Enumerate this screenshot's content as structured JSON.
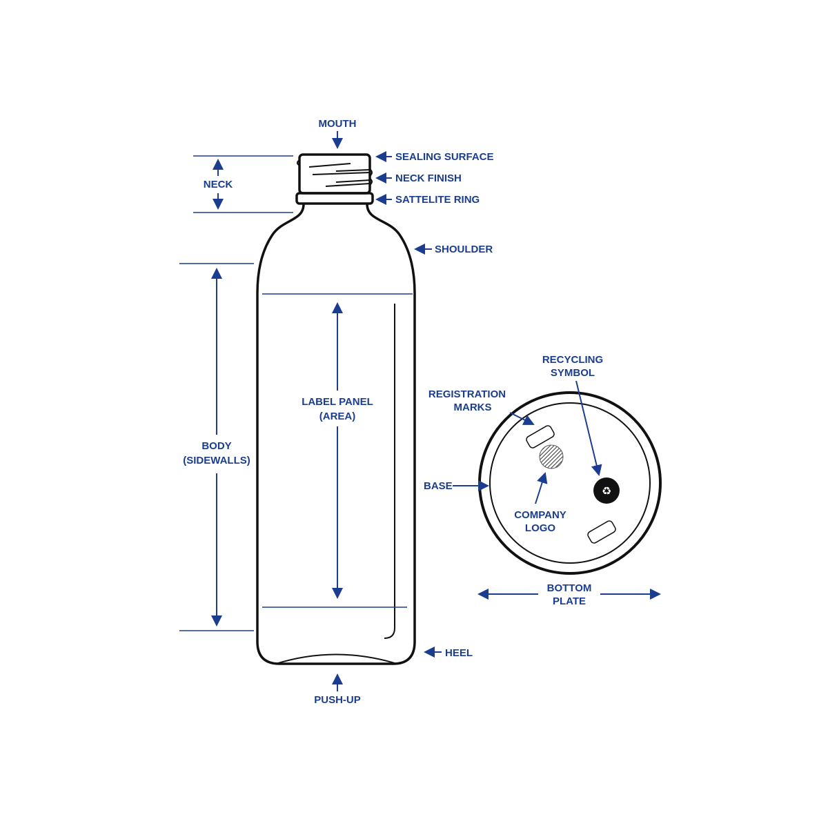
{
  "colors": {
    "label": "#1a3d8f",
    "outline": "#111111",
    "background": "#ffffff"
  },
  "labels": {
    "mouth": "MOUTH",
    "sealing_surface": "SEALING SURFACE",
    "neck_finish": "NECK FINISH",
    "sattelite_ring": "SATTELITE RING",
    "neck": "NECK",
    "shoulder": "SHOULDER",
    "body_line1": "BODY",
    "body_line2": "(SIDEWALLS)",
    "label_panel_line1": "LABEL PANEL",
    "label_panel_line2": "(AREA)",
    "heel": "HEEL",
    "push_up": "PUSH-UP",
    "recycling_line1": "RECYCLING",
    "recycling_line2": "SYMBOL",
    "registration_line1": "REGISTRATION",
    "registration_line2": "MARKS",
    "base": "BASE",
    "company_line1": "COMPANY",
    "company_line2": "LOGO",
    "bottom_plate_line1": "BOTTOM",
    "bottom_plate_line2": "PLATE"
  }
}
